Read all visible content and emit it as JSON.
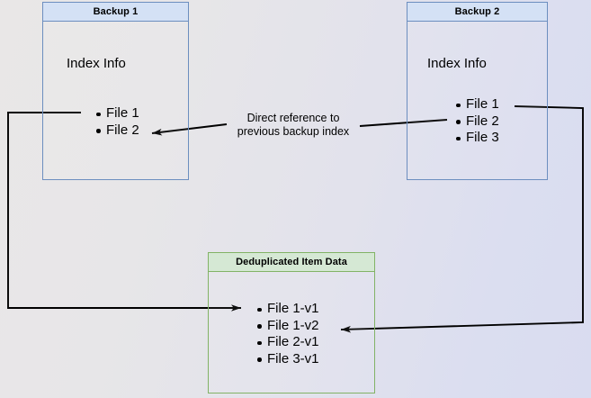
{
  "diagram": {
    "title_hidden": "",
    "colors": {
      "blue_border": "#6c8ebf",
      "blue_header_fill": "#d4e1f5",
      "green_border": "#82b366",
      "green_header_fill": "#d5e8d4",
      "edge_stroke": "#000000",
      "background_left": "#e9e7e7",
      "background_right": "#d9dcf0"
    },
    "boxes": [
      {
        "id": "backup1",
        "title": "Backup 1",
        "body_label": "Index Info",
        "items": [
          "File 1",
          "File 2"
        ]
      },
      {
        "id": "backup2",
        "title": "Backup 2",
        "body_label": "Index Info",
        "items": [
          "File 1",
          "File 2",
          "File 3"
        ]
      },
      {
        "id": "dedup",
        "title": "Deduplicated Item Data",
        "items": [
          "File 1-v1",
          "File 1-v2",
          "File 2-v1",
          "File 3-v1"
        ]
      }
    ],
    "annotations": {
      "direct_reference": {
        "line1": "Direct reference to",
        "line2": "previous backup index"
      }
    }
  }
}
